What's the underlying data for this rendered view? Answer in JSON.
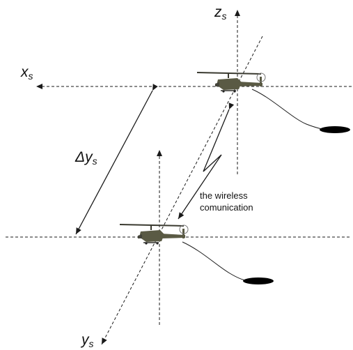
{
  "axes": {
    "z": {
      "main": "z",
      "sub": "s"
    },
    "x": {
      "main": "x",
      "sub": "s"
    },
    "y": {
      "main": "y",
      "sub": "s"
    }
  },
  "delta": {
    "main": "Δy",
    "sub": "s"
  },
  "annotation": {
    "line1": "the wireless",
    "line2": "comunication"
  },
  "colors": {
    "line": "#1a1a1a",
    "heli_body": "#5a5a44",
    "shadow": "#000000"
  }
}
